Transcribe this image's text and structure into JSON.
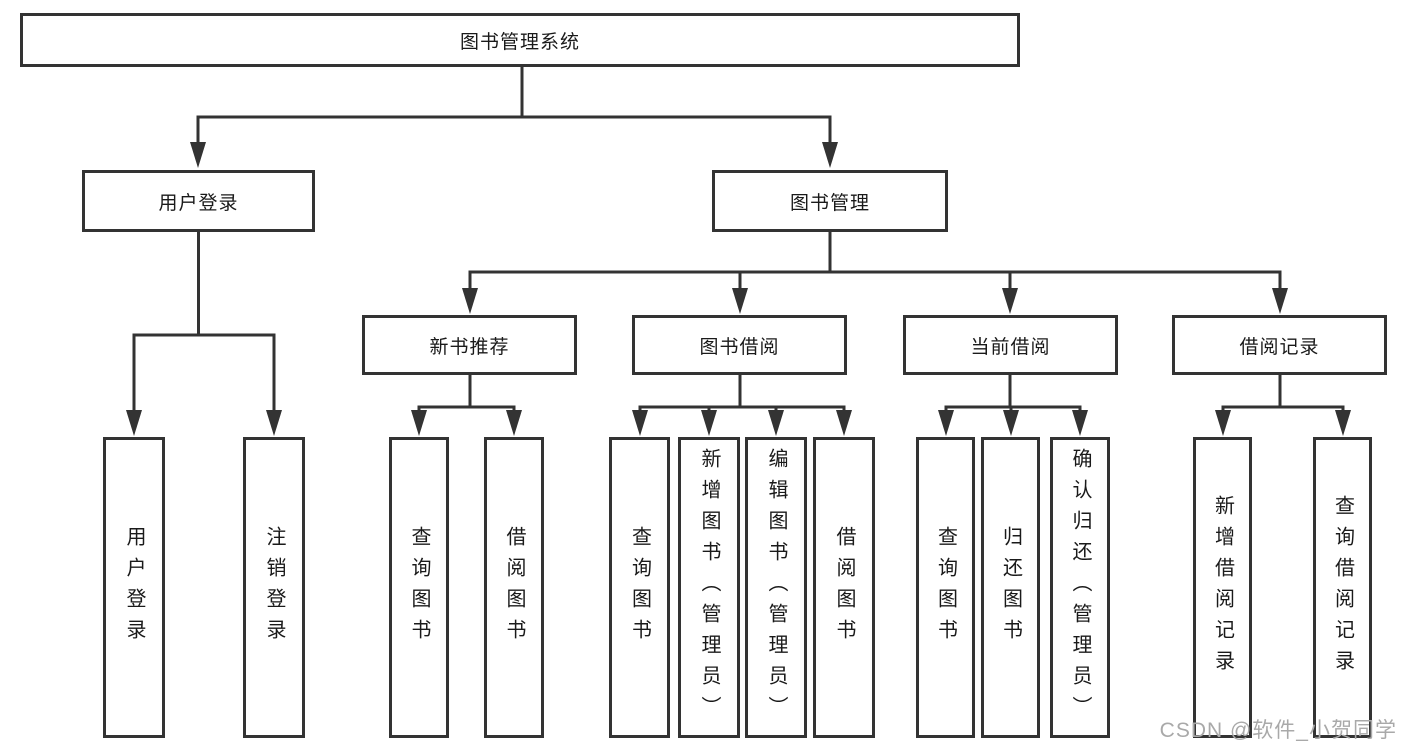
{
  "nodes": {
    "root": "图书管理系统",
    "user_login": "用户登录",
    "book_mgmt": "图书管理",
    "new_book_rec": "新书推荐",
    "book_borrow": "图书借阅",
    "current_borrow": "当前借阅",
    "borrow_record": "借阅记录",
    "leaf_user_login": "用户登录",
    "leaf_logout": "注销登录",
    "leaf_query_book_a": "查询图书",
    "leaf_borrow_book_a": "借阅图书",
    "leaf_query_book_b": "查询图书",
    "leaf_add_book": "新增图书（管理员）",
    "leaf_edit_book": "编辑图书（管理员）",
    "leaf_borrow_book_b": "借阅图书",
    "leaf_query_book_c": "查询图书",
    "leaf_return_book": "归还图书",
    "leaf_confirm_return": "确认归还（管理员）",
    "leaf_add_borrow_record": "新增借阅记录",
    "leaf_query_borrow_record": "查询借阅记录"
  },
  "hierarchy": {
    "图书管理系统": [
      "用户登录",
      "图书管理"
    ],
    "用户登录": [
      "用户登录",
      "注销登录"
    ],
    "图书管理": [
      "新书推荐",
      "图书借阅",
      "当前借阅",
      "借阅记录"
    ],
    "新书推荐": [
      "查询图书",
      "借阅图书"
    ],
    "图书借阅": [
      "查询图书",
      "新增图书（管理员）",
      "编辑图书（管理员）",
      "借阅图书"
    ],
    "当前借阅": [
      "查询图书",
      "归还图书",
      "确认归还（管理员）"
    ],
    "借阅记录": [
      "新增借阅记录",
      "查询借阅记录"
    ]
  },
  "colors": {
    "line": "#333333",
    "text": "#1a1a1a",
    "background": "#ffffff",
    "watermark": "#a9a9a9"
  },
  "watermark": {
    "text": "CSDN @软件_小贺同学"
  }
}
